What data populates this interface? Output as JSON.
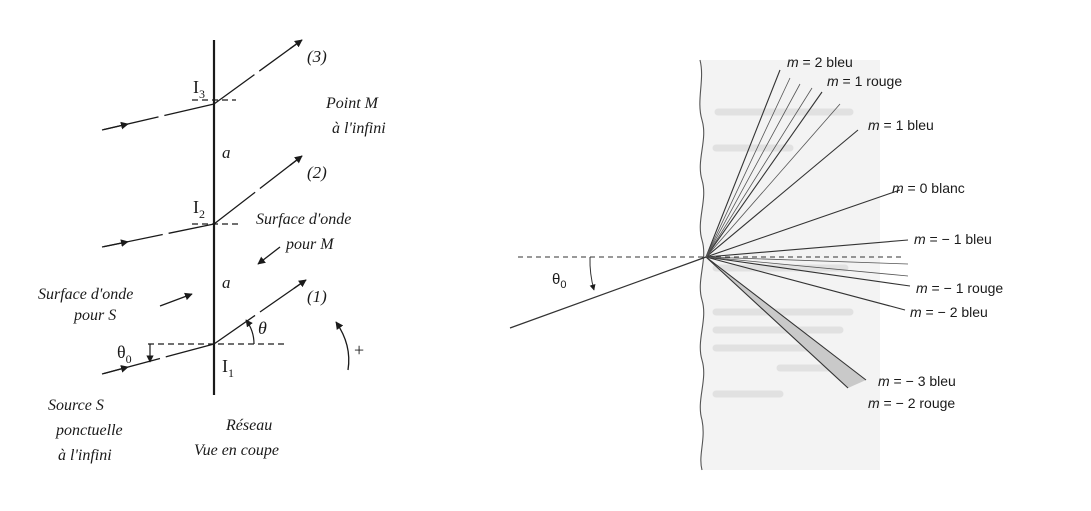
{
  "left_diagram": {
    "ray_labels": [
      "(3)",
      "(2)",
      "(1)"
    ],
    "point_labels": {
      "I3": {
        "main": "I",
        "sub": "3"
      },
      "I2": {
        "main": "I",
        "sub": "2"
      },
      "I1": {
        "main": "I",
        "sub": "1"
      }
    },
    "spacing_label": "a",
    "angle_theta": "θ",
    "angle_theta0": {
      "main": "θ",
      "sub": "0"
    },
    "plus_sign": "+",
    "point_m": [
      "Point M",
      "à l'infini"
    ],
    "surface_m": [
      "Surface d'onde",
      "pour M"
    ],
    "surface_s": [
      "Surface d'onde",
      "pour S"
    ],
    "source": [
      "Source S",
      "ponctuelle",
      "à l'infini"
    ],
    "grating": [
      "Réseau",
      "Vue en coupe"
    ]
  },
  "right_diagram": {
    "incidence_angle": {
      "main": "θ",
      "sub": "0"
    },
    "orders": [
      {
        "label": "m = 2 bleu"
      },
      {
        "label": "m = 1 rouge"
      },
      {
        "label": "m = 1 bleu"
      },
      {
        "label": "m = 0 blanc"
      },
      {
        "label": "m = − 1 bleu"
      },
      {
        "label": "m = − 1 rouge"
      },
      {
        "label": "m = − 2 bleu"
      },
      {
        "label": "m = − 3 bleu"
      },
      {
        "label": "m = − 2 rouge"
      }
    ]
  }
}
